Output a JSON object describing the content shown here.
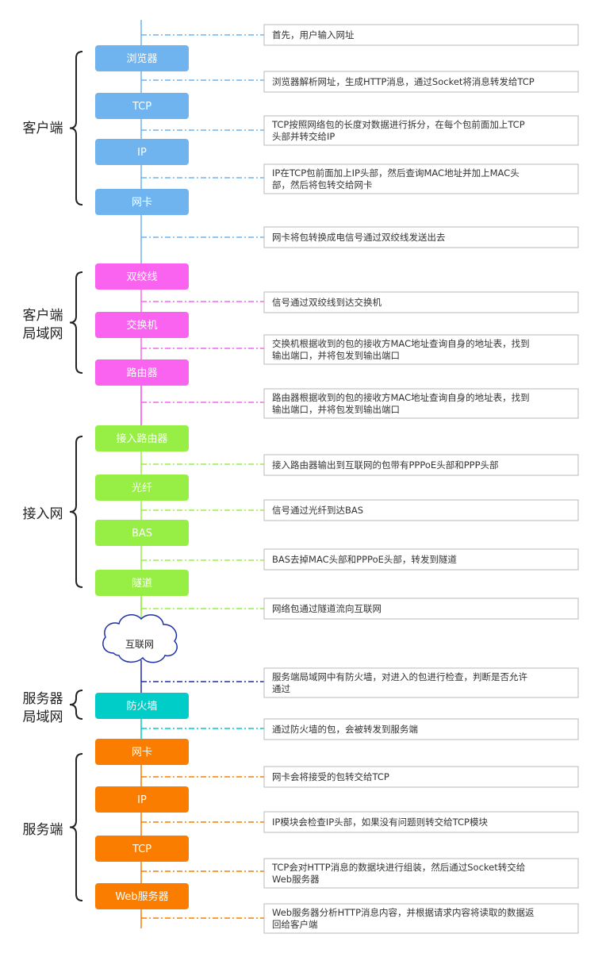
{
  "colors": {
    "client": "#6fb4ef",
    "client_lan": "#f963f0",
    "access": "#97ef45",
    "internet": "#1e2fa8",
    "server_lan": "#00cdc8",
    "server": "#fa7d00"
  },
  "groups": [
    {
      "id": "client",
      "lines": [
        "客户端"
      ]
    },
    {
      "id": "client_lan",
      "lines": [
        "客户端",
        "局域网"
      ]
    },
    {
      "id": "access",
      "lines": [
        "接入网"
      ]
    },
    {
      "id": "server_lan",
      "lines": [
        "服务器",
        "局域网"
      ]
    },
    {
      "id": "server",
      "lines": [
        "服务端"
      ]
    }
  ],
  "nodes": [
    {
      "id": "client-browser",
      "label": "浏览器",
      "color": "client"
    },
    {
      "id": "client-tcp",
      "label": "TCP",
      "color": "client"
    },
    {
      "id": "client-ip",
      "label": "IP",
      "color": "client"
    },
    {
      "id": "client-nic",
      "label": "网卡",
      "color": "client"
    },
    {
      "id": "twisted-pair",
      "label": "双绞线",
      "color": "client_lan"
    },
    {
      "id": "switch",
      "label": "交换机",
      "color": "client_lan"
    },
    {
      "id": "router",
      "label": "路由器",
      "color": "client_lan"
    },
    {
      "id": "access-router",
      "label": "接入路由器",
      "color": "access"
    },
    {
      "id": "fiber",
      "label": "光纤",
      "color": "access"
    },
    {
      "id": "bas",
      "label": "BAS",
      "color": "access"
    },
    {
      "id": "tunnel",
      "label": "隧道",
      "color": "access"
    },
    {
      "id": "firewall",
      "label": "防火墙",
      "color": "server_lan"
    },
    {
      "id": "server-nic",
      "label": "网卡",
      "color": "server"
    },
    {
      "id": "server-ip",
      "label": "IP",
      "color": "server"
    },
    {
      "id": "server-tcp",
      "label": "TCP",
      "color": "server"
    },
    {
      "id": "web-server",
      "label": "Web服务器",
      "color": "server"
    }
  ],
  "cloud": {
    "label": "互联网"
  },
  "descriptions": [
    {
      "lines": [
        "首先，用户输入网址"
      ],
      "color": "client"
    },
    {
      "lines": [
        "浏览器解析网址，生成HTTP消息，通过Socket将消息转发给TCP"
      ],
      "color": "client"
    },
    {
      "lines": [
        "TCP按照网络包的长度对数据进行拆分，在每个包前面加上TCP",
        "头部并转交给IP"
      ],
      "color": "client"
    },
    {
      "lines": [
        "IP在TCP包前面加上IP头部，然后查询MAC地址并加上MAC头",
        "部，然后将包转交给网卡"
      ],
      "color": "client"
    },
    {
      "lines": [
        "网卡将包转换成电信号通过双绞线发送出去"
      ],
      "color": "client"
    },
    {
      "lines": [
        "信号通过双绞线到达交换机"
      ],
      "color": "client_lan"
    },
    {
      "lines": [
        "交换机根据收到的包的接收方MAC地址查询自身的地址表，找到",
        "输出端口，并将包发到输出端口"
      ],
      "color": "client_lan"
    },
    {
      "lines": [
        "路由器根据收到的包的接收方MAC地址查询自身的地址表，找到",
        "输出端口，并将包发到输出端口"
      ],
      "color": "client_lan"
    },
    {
      "lines": [
        "接入路由器输出到互联网的包带有PPPoE头部和PPP头部"
      ],
      "color": "access"
    },
    {
      "lines": [
        "信号通过光纤到达BAS"
      ],
      "color": "access"
    },
    {
      "lines": [
        "BAS去掉MAC头部和PPPoE头部，转发到隧道"
      ],
      "color": "access"
    },
    {
      "lines": [
        "网络包通过隧道流向互联网"
      ],
      "color": "access"
    },
    {
      "lines": [
        "服务端局域网中有防火墙，对进入的包进行检查，判断是否允许",
        "通过"
      ],
      "color": "internet"
    },
    {
      "lines": [
        "通过防火墙的包，会被转发到服务端"
      ],
      "color": "server_lan"
    },
    {
      "lines": [
        "网卡会将接受的包转交给TCP"
      ],
      "color": "server"
    },
    {
      "lines": [
        "IP模块会检查IP头部，如果没有问题则转交给TCP模块"
      ],
      "color": "server"
    },
    {
      "lines": [
        "TCP会对HTTP消息的数据块进行组装，然后通过Socket转交给",
        "Web服务器"
      ],
      "color": "server"
    },
    {
      "lines": [
        "Web服务器分析HTTP消息内容，并根据请求内容将读取的数据返",
        "回给客户端"
      ],
      "color": "server"
    }
  ]
}
